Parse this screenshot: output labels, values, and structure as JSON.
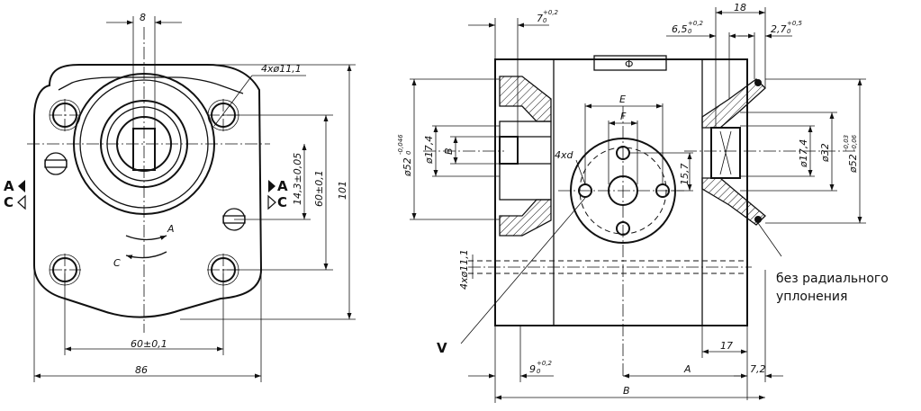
{
  "left_view": {
    "dim_8_top": "8",
    "holes": "4xø11,1",
    "dim_14_3": "14,3±0,05",
    "dim_60_v": "60±0,1",
    "dim_101": "101",
    "dim_60_h": "60±0,1",
    "dim_86": "86",
    "rot_A": "A",
    "rot_C": "C",
    "port_left_A": "A",
    "port_left_C": "C",
    "port_right_A": "A",
    "port_right_C": "C"
  },
  "right_view": {
    "dim_7": "7",
    "dim_7_tol": "+0,2",
    "dim_7_tol_low": "0",
    "dim_18": "18",
    "dim_6_5": "6,5",
    "dim_6_5_tol": "+0,2",
    "dim_6_5_tol_low": "0",
    "dim_2_7": "2,7",
    "dim_2_7_tol": "+0,5",
    "dim_2_7_tol_low": "0",
    "dim_E": "E",
    "dim_F": "F",
    "dim_d52_left": "ø52",
    "dim_d52_left_tol": "-0,046",
    "dim_d52_left_tol_low": "0",
    "dim_d17_4_left": "ø17,4",
    "dim_B_left": "B",
    "label_4xd": "4xd",
    "dim_15_7": "15,7",
    "dim_d17_4_right": "ø17,4",
    "dim_d32": "ø32",
    "dim_d52_right": "ø52",
    "dim_d52_right_tol": "-0,03",
    "dim_d52_right_tol_low": "-0,06",
    "dim_4x11_1": "4xø11,1",
    "label_V": "V",
    "dim_17": "17",
    "dim_9": "9",
    "dim_9_tol": "+0,2",
    "dim_9_tol_low": "0",
    "dim_A": "A",
    "dim_7_2": "7,2",
    "dim_B": "B",
    "phi_mark": "Ф",
    "note_line1": "без радиального",
    "note_line2": "уплонения"
  }
}
